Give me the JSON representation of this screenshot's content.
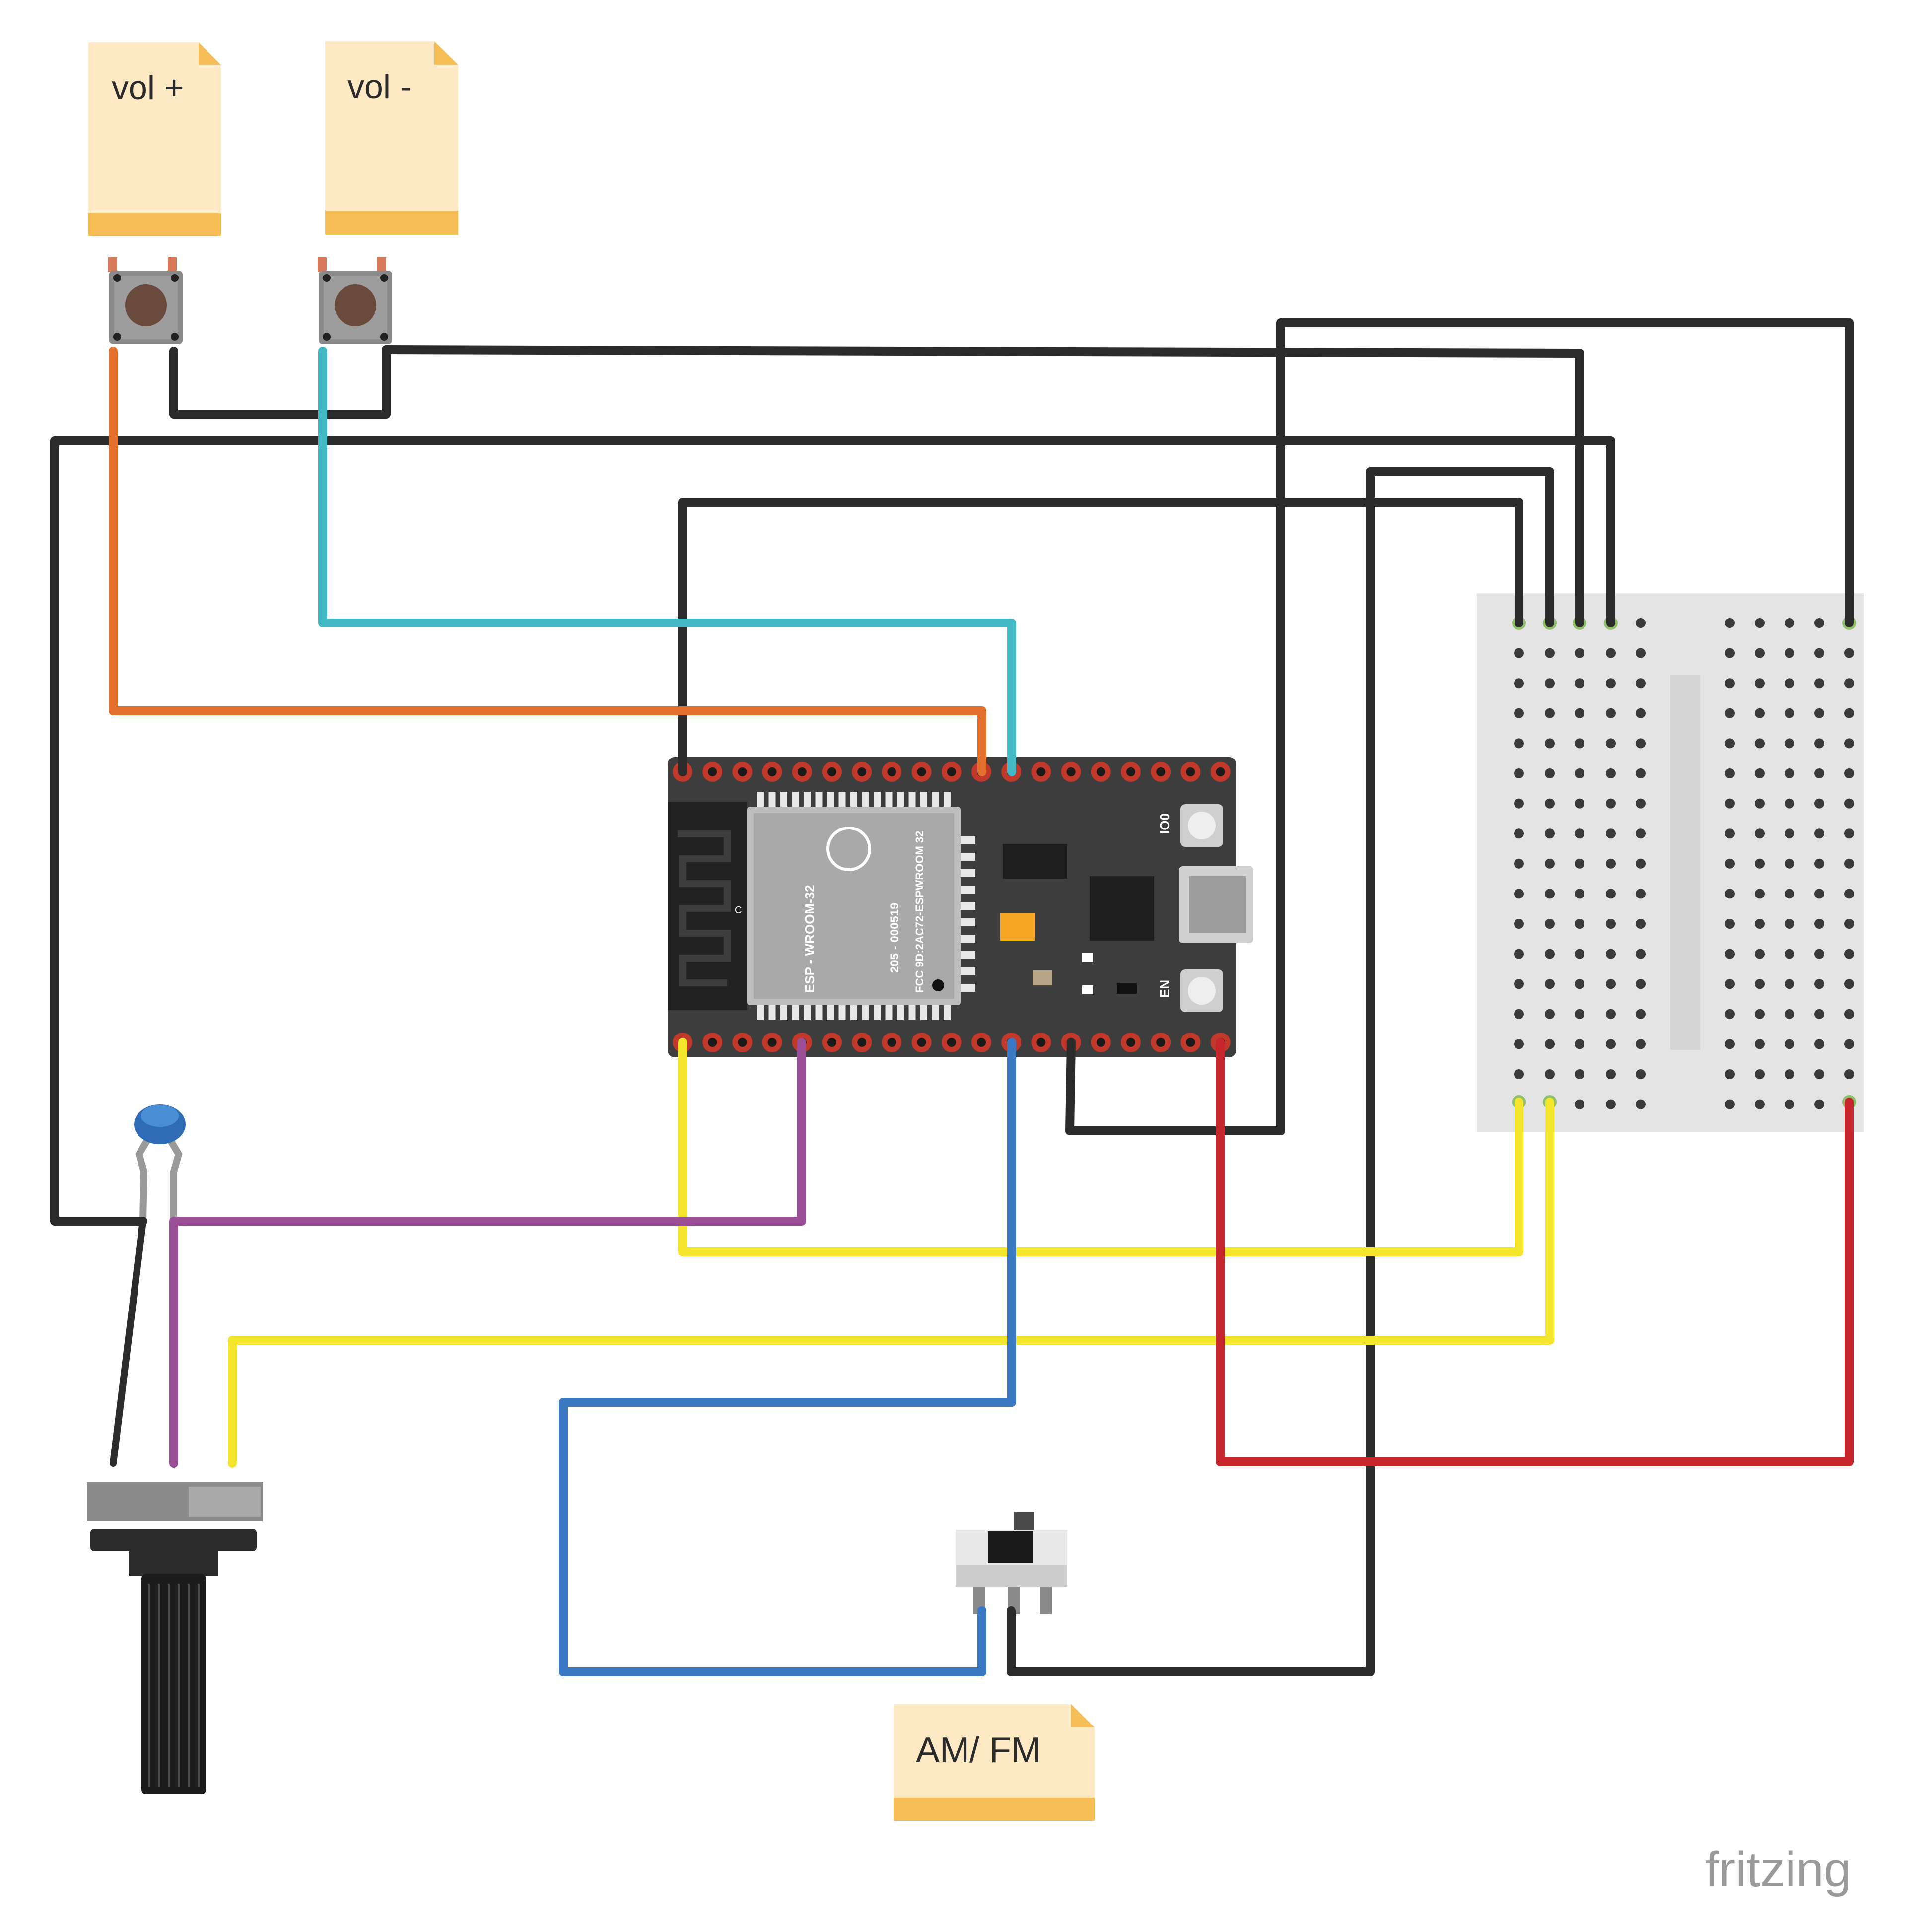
{
  "notes": [
    {
      "id": "vol-plus",
      "text": "vol +"
    },
    {
      "id": "vol-minus",
      "text": "vol -"
    },
    {
      "id": "am-fm",
      "text": "AM/ FM"
    }
  ],
  "esp32": {
    "module_text": [
      "ESP - WROOM-32",
      "205 - 000519",
      "FCC 9D:2AC72-ESPWROOM 32"
    ],
    "button_top": "IO0",
    "button_bottom": "EN",
    "antenna_mark": "C"
  },
  "watermark": "fritzing",
  "colors": {
    "wire_black": "#2b2b2b",
    "wire_orange": "#e3702c",
    "wire_cyan": "#41b8c4",
    "wire_yellow": "#f2e52c",
    "wire_purple": "#9b4f96",
    "wire_blue": "#3b78c4",
    "wire_red": "#c7262c",
    "note_fill": "#fde9c4",
    "note_band": "#f7bd56",
    "board": "#3d3d3d",
    "breadboard": "#e4e4e4"
  }
}
